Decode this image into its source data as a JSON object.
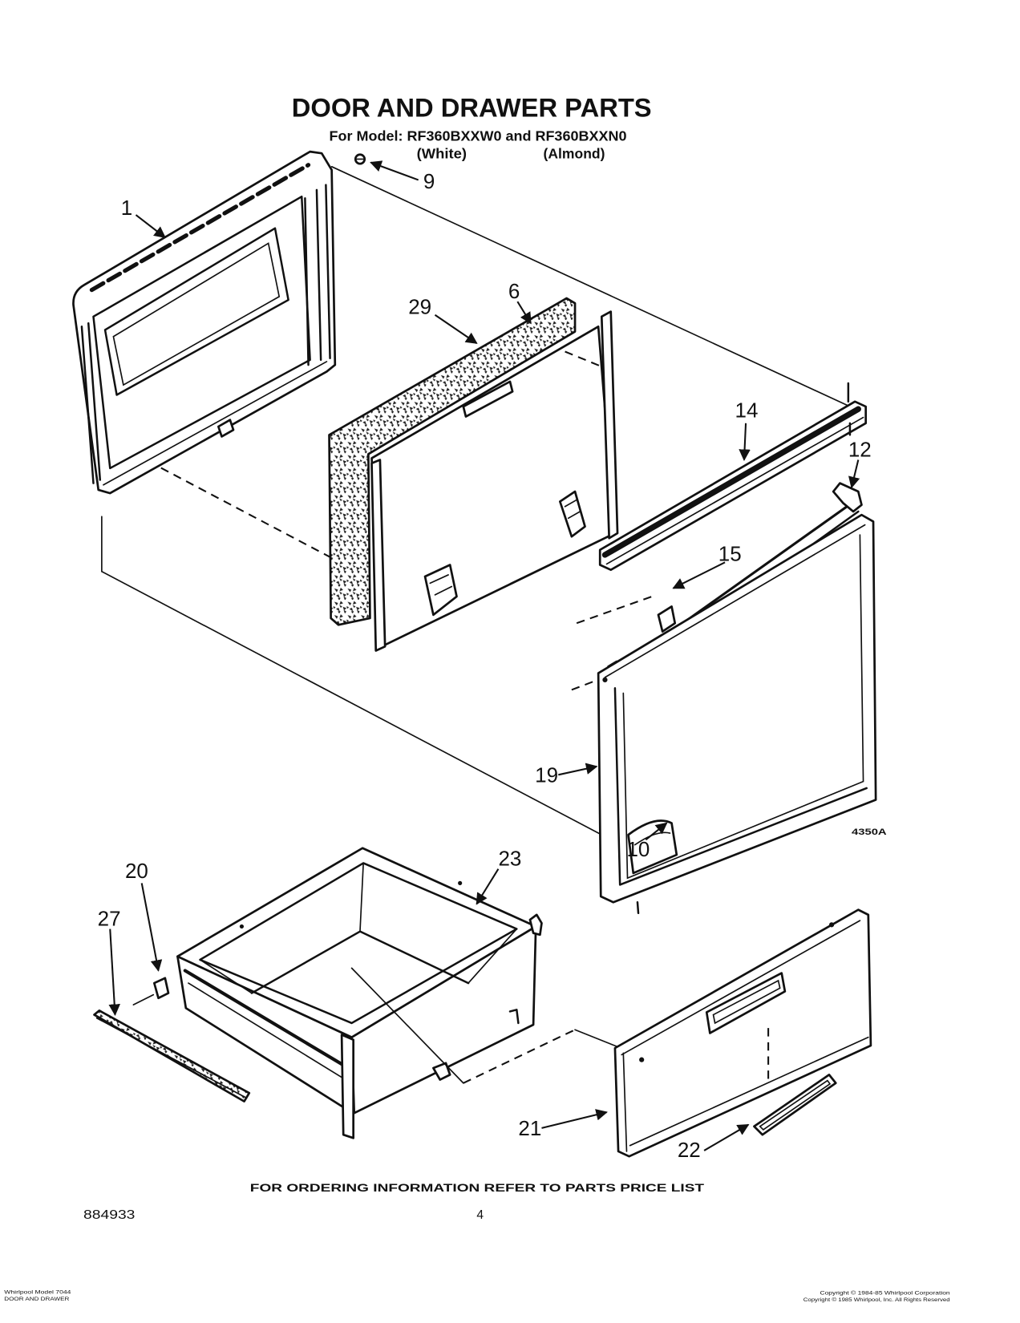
{
  "header": {
    "title": "DOOR AND DRAWER PARTS",
    "model_line": "For Model: RF360BXXW0 and RF360BXXN0",
    "variant_white": "(White)",
    "variant_almond": "(Almond)"
  },
  "callouts": [
    "1",
    "9",
    "29",
    "6",
    "14",
    "12",
    "15",
    "19",
    "10",
    "20",
    "23",
    "27",
    "21",
    "22"
  ],
  "drawing_code": "4350A",
  "footer": {
    "ordering_note": "FOR ORDERING INFORMATION REFER TO PARTS PRICE LIST",
    "doc_number": "884933",
    "page_number": "4",
    "source_line1": "Whirlpool Model 7044",
    "source_line2": "DOOR AND DRAWER",
    "copyright_line1": "Copyright © 1984-85 Whirlpool Corporation",
    "copyright_line2": "Copyright © 1985 Whirlpool, Inc. All Rights Reserved"
  }
}
